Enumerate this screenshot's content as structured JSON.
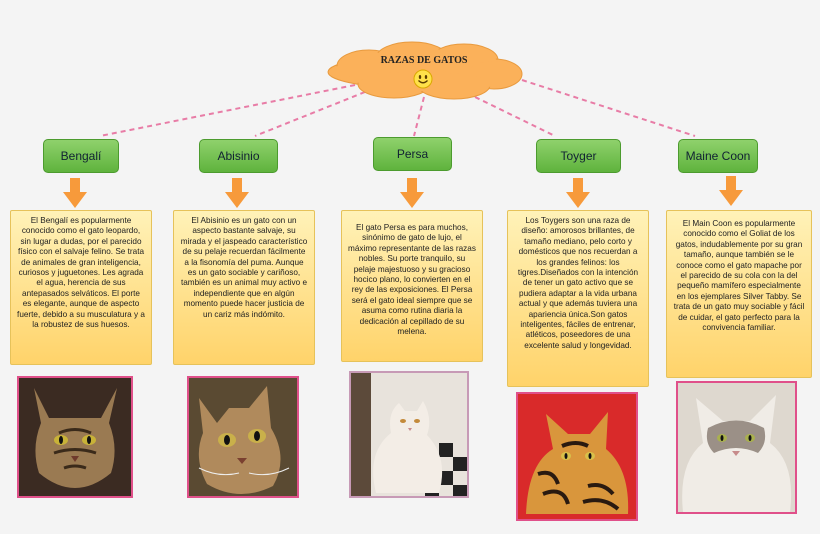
{
  "title": "RAZAS DE GATOS",
  "colors": {
    "node_green": "#6cbf45",
    "desc_yellow": "#ffe08a",
    "arrow_orange": "#f79a3b",
    "link_pink": "#e87ca6",
    "cloud_orange": "#fbb15a",
    "photo_border": "#e0508a"
  },
  "icons": {
    "title_emoji": "smiley-icon"
  },
  "breeds": [
    {
      "name": "Bengalí",
      "description": "El Bengalí es popularmente conocido como el gato leopardo, sin lugar a dudas, por el parecido físico con el salvaje felino. Se trata de animales de gran inteligencia, curiosos y juguetones. Les agrada el agua, herencia de sus antepasados selváticos. El porte es elegante, aunque de aspecto fuerte, debido a su musculatura y a la robustez de sus huesos."
    },
    {
      "name": "Abisinio",
      "description": "El Abisinio es un gato con un aspecto bastante salvaje, su mirada y el jaspeado característico de su pelaje recuerdan fácilmente a la fisonomía del puma. Aunque es un gato sociable y cariñoso, también es un animal muy activo e independiente que en algún momento puede hacer justicia de un cariz más indómito."
    },
    {
      "name": "Persa",
      "description": "El gato Persa es para muchos, sinónimo de gato de lujo, el máximo representante de las razas nobles. Su porte tranquilo, su pelaje majestuoso y su gracioso hocico plano, lo convierten en el rey de las exposiciones. El Persa será el gato ideal siempre que se asuma como rutina diaria la dedicación al cepillado de su melena."
    },
    {
      "name": "Toyger",
      "description": "Los Toygers son una raza de diseño: amorosos brillantes, de tamaño mediano, pelo corto y domésticos que nos recuerdan a los grandes felinos: los tigres.Diseñados con la intención de tener un gato activo que se pudiera adaptar a la vida urbana actual y que además tuviera una apariencia única.Son gatos inteligentes, fáciles de entrenar, atléticos, poseedores de una excelente salud y longevidad."
    },
    {
      "name": "Maine Coon",
      "description": "El Main Coon es popularmente conocido como el Goliat de los gatos, indudablemente por su gran tamaño, aunque también se le conoce como el gato mapache por el parecido de su cola con la del pequeño mamífero especialmente en los ejemplares Silver Tabby. Se trata de un gato muy sociable y fácil de cuidar, el gato perfecto para la convivencia familiar."
    }
  ]
}
